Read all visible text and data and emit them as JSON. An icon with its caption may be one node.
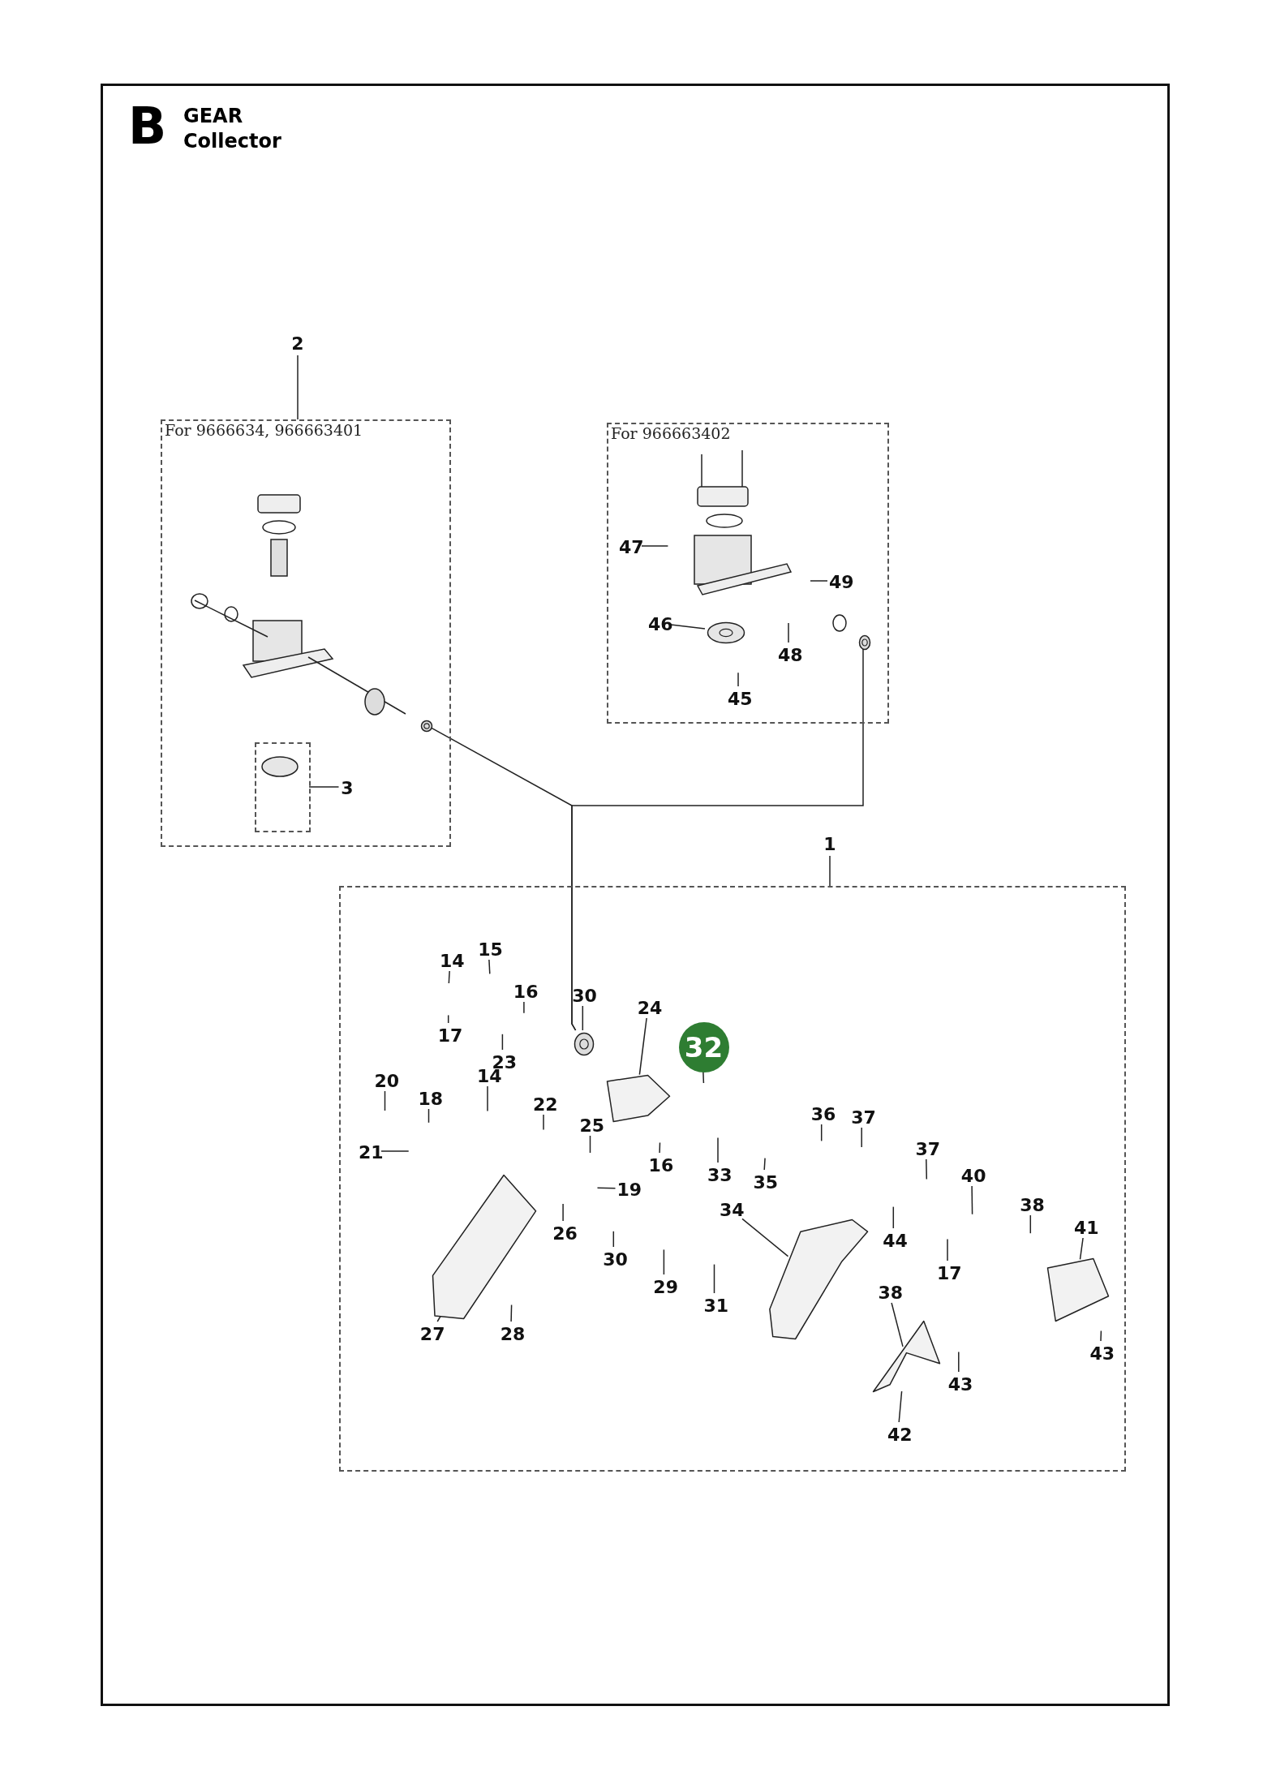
{
  "diagram": {
    "title": "GEAR Collector",
    "nodes": [
      {
        "text": [
          "For 9666634, 966663401"
        ]
      },
      {
        "text": [],
        "shape": "box",
        "in": 0
      },
      {
        "text": [
          "For 966663402"
        ]
      },
      {
        "text": [],
        "shape": "box"
      },
      {
        "text": [
          "2"
        ]
      },
      {
        "text": [
          "3"
        ],
        "in": 0
      },
      {
        "text": [
          "1"
        ]
      },
      {
        "text": [],
        "shape": "picture",
        "in": 0
      },
      {
        "text": [],
        "shape": "picture",
        "in": 2
      },
      {
        "text": [],
        "shape": "picture",
        "in": 3
      },
      {
        "text": [
          "47"
        ],
        "in": 2
      },
      {
        "text": [
          "49"
        ],
        "in": 2
      },
      {
        "text": [
          "46"
        ],
        "in": 2
      },
      {
        "text": [
          "48"
        ],
        "in": 2
      },
      {
        "text": [
          "45"
        ],
        "in": 2
      },
      {
        "text": [
          "14"
        ],
        "in": 3
      },
      {
        "text": [
          "15"
        ],
        "in": 3
      },
      {
        "text": [
          "16"
        ],
        "in": 3
      },
      {
        "text": [
          "30"
        ],
        "in": 3
      },
      {
        "text": [
          "24"
        ],
        "in": 3
      },
      {
        "text": [
          "32"
        ],
        "in": 3
      },
      {
        "text": [
          "17"
        ],
        "in": 3
      },
      {
        "text": [
          "23"
        ],
        "in": 3
      },
      {
        "text": [
          "20"
        ],
        "in": 3
      },
      {
        "text": [
          "14"
        ],
        "in": 3
      },
      {
        "text": [
          "18"
        ],
        "in": 3
      },
      {
        "text": [
          "22"
        ],
        "in": 3
      },
      {
        "text": [
          "25"
        ],
        "in": 3
      },
      {
        "text": [
          "21"
        ],
        "in": 3
      },
      {
        "text": [
          "16"
        ],
        "in": 3
      },
      {
        "text": [
          "33"
        ],
        "in": 3
      },
      {
        "text": [
          "35"
        ],
        "in": 3
      },
      {
        "text": [
          "19"
        ],
        "in": 3
      },
      {
        "text": [
          "36"
        ],
        "in": 3
      },
      {
        "text": [
          "37"
        ],
        "in": 3
      },
      {
        "text": [
          "37"
        ],
        "in": 3
      },
      {
        "text": [
          "40"
        ],
        "in": 3
      },
      {
        "text": [
          "38"
        ],
        "in": 3
      },
      {
        "text": [
          "41"
        ],
        "in": 3
      },
      {
        "text": [
          "26"
        ],
        "in": 3
      },
      {
        "text": [
          "30"
        ],
        "in": 3
      },
      {
        "text": [
          "34"
        ],
        "in": 3
      },
      {
        "text": [
          "44"
        ],
        "in": 3
      },
      {
        "text": [
          "29"
        ],
        "in": 3
      },
      {
        "text": [
          "17"
        ],
        "in": 3
      },
      {
        "text": [
          "31"
        ],
        "in": 3
      },
      {
        "text": [
          "38"
        ],
        "in": 3
      },
      {
        "text": [
          "27"
        ],
        "in": 3
      },
      {
        "text": [
          "28"
        ],
        "in": 3
      },
      {
        "text": [
          "43"
        ],
        "in": 3
      },
      {
        "text": [
          "43"
        ],
        "in": 3
      },
      {
        "text": [
          "42"
        ],
        "in": 3
      },
      {
        "text": [],
        "shape": "picture",
        "in": 2
      },
      {
        "text": [],
        "shape": "picture",
        "in": 3
      },
      {
        "text": [],
        "shape": "picture",
        "in": 3
      },
      {
        "text": [],
        "shape": "picture",
        "in": 3
      },
      {
        "text": [],
        "shape": "picture",
        "in": 3
      },
      {
        "text": [],
        "shape": "picture",
        "in": 3
      }
    ],
    "edges": [
      {
        "from": 4,
        "to": 0,
        "arrow": "none"
      },
      {
        "from": 5,
        "to": 1,
        "arrow": "none"
      },
      {
        "from": 6,
        "to": 3,
        "arrow": "none"
      },
      {
        "from": 7,
        "to": 53,
        "arrow": "none"
      },
      {
        "from": 52,
        "to": 53,
        "arrow": "none"
      },
      {
        "from": 10,
        "to": null,
        "arrow": "none"
      },
      {
        "from": 11,
        "to": null,
        "arrow": "none"
      },
      {
        "from": 12,
        "to": 8,
        "arrow": "none"
      },
      {
        "from": 13,
        "to": null,
        "arrow": "none"
      },
      {
        "from": 14,
        "to": null,
        "arrow": "none"
      },
      {
        "from": 15,
        "to": null,
        "arrow": "none"
      },
      {
        "from": 16,
        "to": null,
        "arrow": "none"
      },
      {
        "from": 17,
        "to": null,
        "arrow": "none"
      },
      {
        "from": 18,
        "to": 53,
        "arrow": "none"
      },
      {
        "from": 19,
        "to": 54,
        "arrow": "none"
      },
      {
        "from": 20,
        "to": null,
        "arrow": "none"
      },
      {
        "from": 21,
        "to": null,
        "arrow": "none"
      },
      {
        "from": 22,
        "to": null,
        "arrow": "none"
      },
      {
        "from": 23,
        "to": null,
        "arrow": "none"
      },
      {
        "from": 24,
        "to": null,
        "arrow": "none"
      },
      {
        "from": 25,
        "to": null,
        "arrow": "none"
      },
      {
        "from": 26,
        "to": null,
        "arrow": "none"
      },
      {
        "from": 27,
        "to": null,
        "arrow": "none"
      },
      {
        "from": 28,
        "to": null,
        "arrow": "none"
      },
      {
        "from": 29,
        "to": null,
        "arrow": "none"
      },
      {
        "from": 30,
        "to": null,
        "arrow": "none"
      },
      {
        "from": 31,
        "to": null,
        "arrow": "none"
      },
      {
        "from": 32,
        "to": null,
        "arrow": "none"
      },
      {
        "from": 33,
        "to": null,
        "arrow": "none"
      },
      {
        "from": 34,
        "to": null,
        "arrow": "none"
      },
      {
        "from": 35,
        "to": null,
        "arrow": "none"
      },
      {
        "from": 36,
        "to": null,
        "arrow": "none"
      },
      {
        "from": 37,
        "to": null,
        "arrow": "none"
      },
      {
        "from": 38,
        "to": 57,
        "arrow": "none"
      },
      {
        "from": 39,
        "to": null,
        "arrow": "none"
      },
      {
        "from": 40,
        "to": null,
        "arrow": "none"
      },
      {
        "from": 41,
        "to": 55,
        "arrow": "none"
      },
      {
        "from": 42,
        "to": null,
        "arrow": "none"
      },
      {
        "from": 43,
        "to": null,
        "arrow": "none"
      },
      {
        "from": 44,
        "to": null,
        "arrow": "none"
      },
      {
        "from": 45,
        "to": null,
        "arrow": "none"
      },
      {
        "from": 46,
        "to": 56,
        "arrow": "none"
      },
      {
        "from": 47,
        "to": 9,
        "arrow": "none"
      },
      {
        "from": 48,
        "to": null,
        "arrow": "none"
      },
      {
        "from": 49,
        "to": null,
        "arrow": "none"
      },
      {
        "from": 50,
        "to": null,
        "arrow": "none"
      },
      {
        "from": 51,
        "to": 56,
        "arrow": "none"
      }
    ],
    "labels": [
      "B"
    ]
  }
}
